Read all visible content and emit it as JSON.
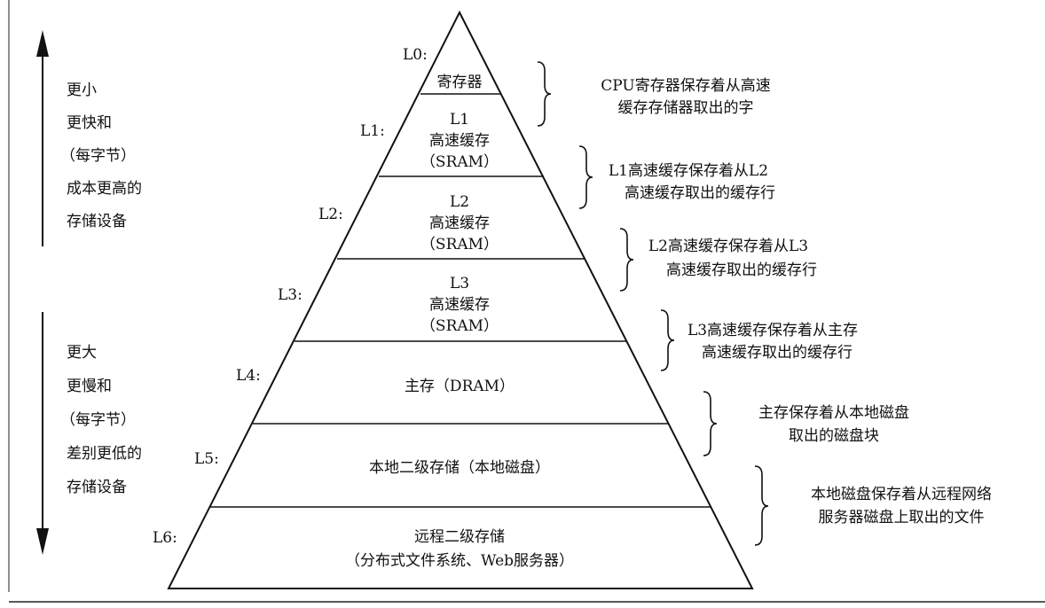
{
  "top_side_label": [
    "更小",
    "更快和",
    "（每字节）",
    "成本更高的",
    "存储设备"
  ],
  "bottom_side_label": [
    "更大",
    "更慢和",
    "（每字节）",
    "差别更低的",
    "存储设备"
  ],
  "levels": [
    {
      "tag": "L0:",
      "lines": [
        "寄存器"
      ],
      "note": [
        "CPU寄存器保存着从高速",
        "缓存存储器取出的字"
      ]
    },
    {
      "tag": "L1:",
      "lines": [
        "L1",
        "高速缓存",
        "（SRAM）"
      ],
      "note": [
        "L1高速缓存保存着从L2",
        "高速缓存取出的缓存行"
      ]
    },
    {
      "tag": "L2:",
      "lines": [
        "L2",
        "高速缓存",
        "（SRAM）"
      ],
      "note": [
        "L2高速缓存保存着从L3",
        "高速缓存取出的缓存行"
      ]
    },
    {
      "tag": "L3:",
      "lines": [
        "L3",
        "高速缓存",
        "（SRAM）"
      ],
      "note": [
        "L3高速缓存保存着从主存",
        "高速缓存取出的缓存行"
      ]
    },
    {
      "tag": "L4:",
      "lines": [
        "主存（DRAM）"
      ],
      "note": [
        "主存保存着从本地磁盘",
        "取出的磁盘块"
      ]
    },
    {
      "tag": "L5:",
      "lines": [
        "本地二级存储（本地磁盘）"
      ],
      "note": [
        "本地磁盘保存着从远程网络",
        "服务器磁盘上取出的文件"
      ]
    },
    {
      "tag": "L6:",
      "lines": [
        "远程二级存储",
        "（分布式文件系统、Web服务器）"
      ],
      "note": []
    }
  ]
}
